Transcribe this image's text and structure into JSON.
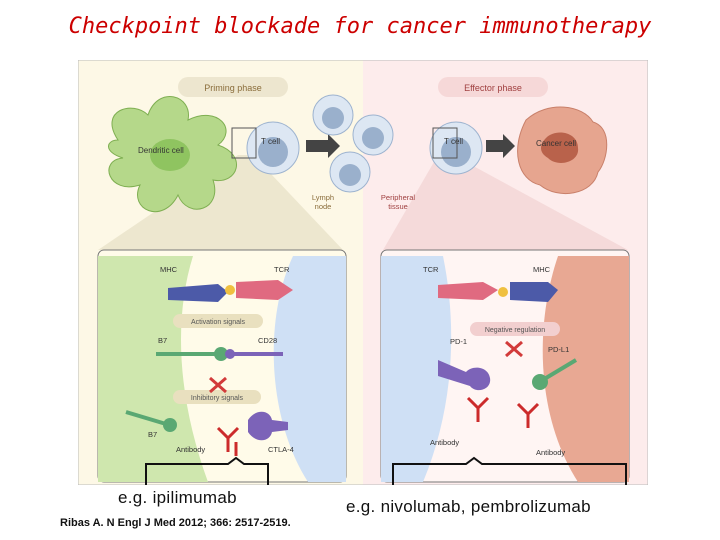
{
  "title": "Checkpoint blockade for cancer immunotherapy",
  "figure": {
    "priming_phase": "Priming phase",
    "effector_phase": "Effector phase",
    "dendritic_cell": "Dendritic cell",
    "t_cell_left": "T cell",
    "t_cell_right": "T cell",
    "cancer_cell": "Cancer cell",
    "lymph_node": [
      "Lymph",
      "node"
    ],
    "peripheral_tissue": [
      "Peripheral",
      "tissue"
    ],
    "left_panel": {
      "mhc": "MHC",
      "tcr": "TCR",
      "activation_signals": "Activation signals",
      "b7_top": "B7",
      "cd28": "CD28",
      "inhibitory_signals": "Inhibitory signals",
      "b7_bottom": "B7",
      "antibody": "Antibody",
      "ctla4": "CTLA-4"
    },
    "right_panel": {
      "tcr": "TCR",
      "mhc": "MHC",
      "negative_regulation": "Negative regulation",
      "pd1": "PD-1",
      "pdl1": "PD-L1",
      "antibody_left": "Antibody",
      "antibody_right": "Antibody"
    }
  },
  "captions": {
    "left": "e.g. ipilimumab",
    "right": "e.g. nivolumab, pembrolizumab"
  },
  "citation": "Ribas A. N Engl J Med 2012; 366: 2517-2519."
}
